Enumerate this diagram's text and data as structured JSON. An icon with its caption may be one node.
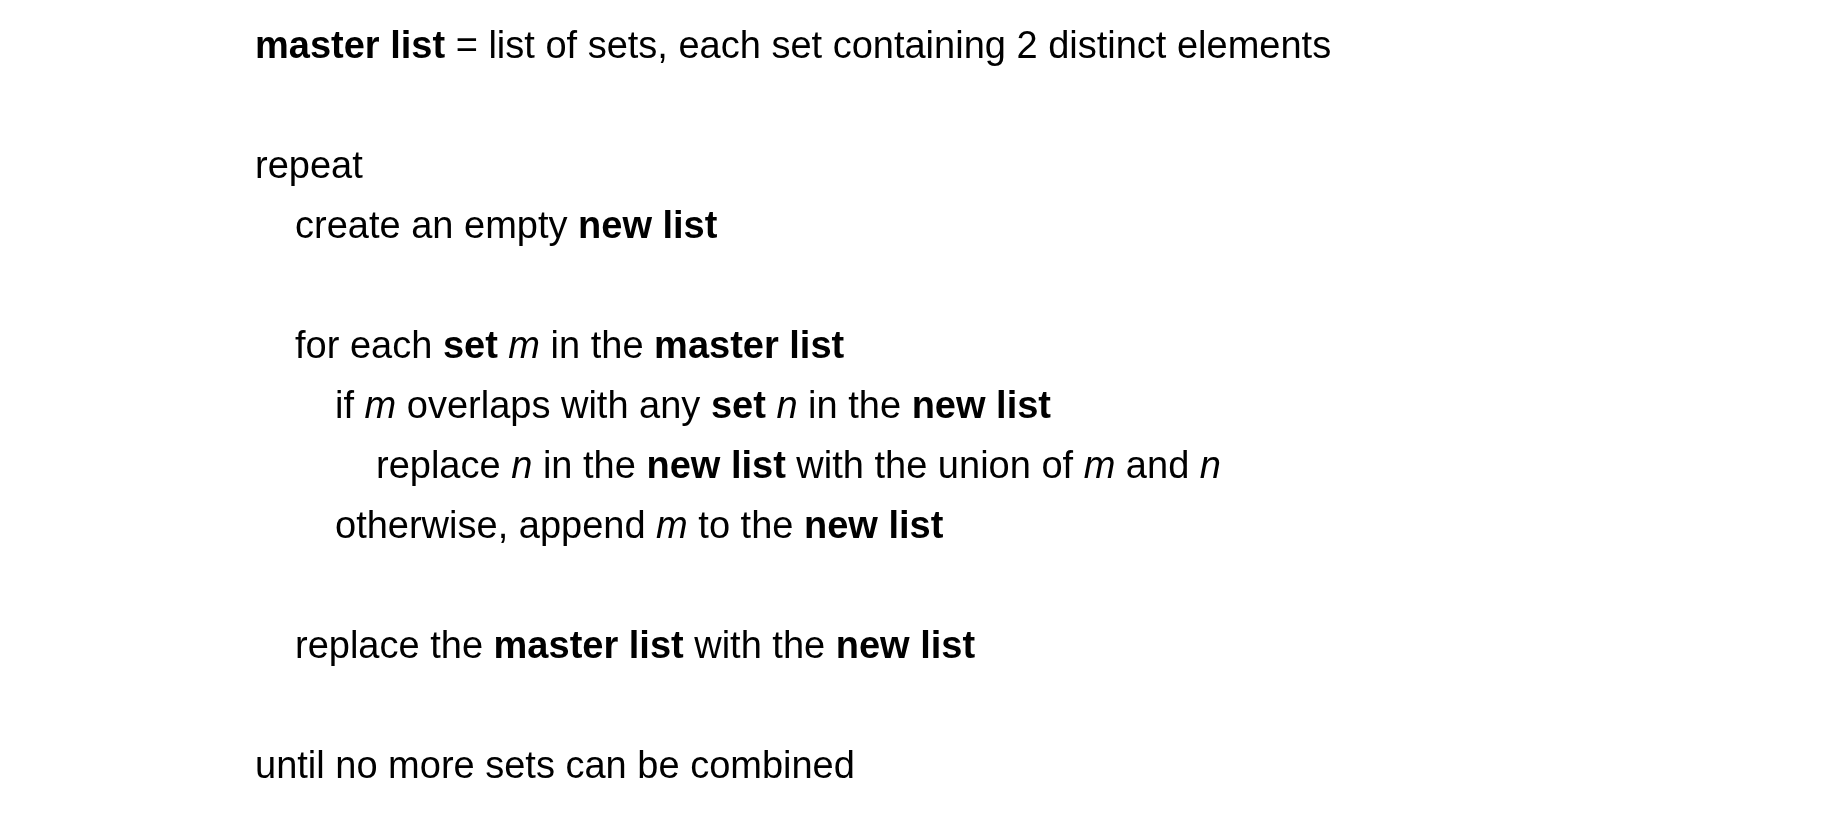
{
  "diagram": {
    "labels": [
      "**master list** = list of sets, each set containing 2 distinct elements",
      "repeat",
      "create an empty **new list**",
      "for each **set** *m* in the **master list**",
      "if *m* overlaps with any **set** *n* in the **new list**",
      "replace *n* in the **new list** with the union of *m* and *n*",
      "otherwise, append *m* to the **new list**",
      "replace the **master list** with the **new list**",
      "until no more sets can be combined"
    ]
  }
}
